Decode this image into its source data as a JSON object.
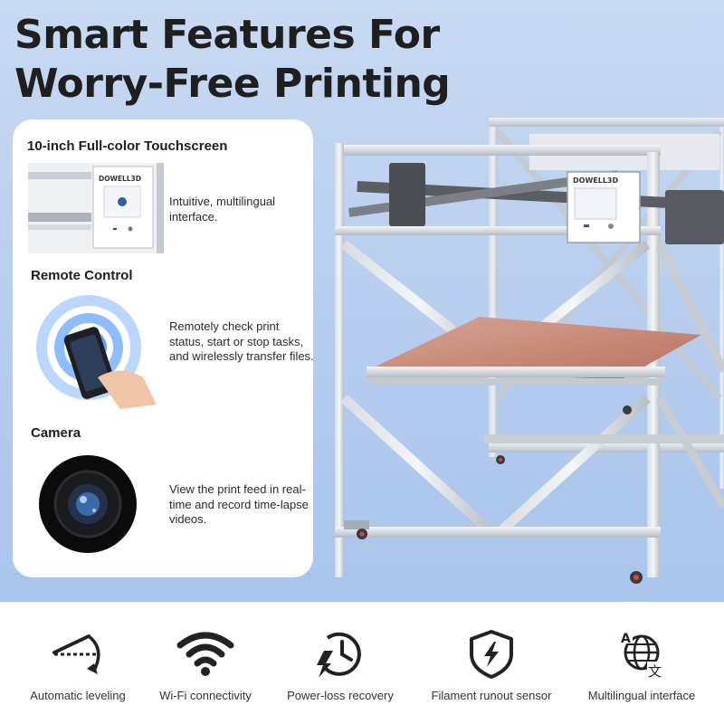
{
  "headline": {
    "line1": "Smart Features For",
    "line2": "Worry-Free Printing"
  },
  "printer": {
    "brand": "DOWELL3D"
  },
  "features": [
    {
      "title": "10-inch Full-color Touchscreen",
      "description": "Intuitive, multilingual interface.",
      "screen_brand": "DOWELL3D"
    },
    {
      "title": "Remote Control",
      "description": "Remotely check print status, start or stop tasks, and wirelessly transfer files."
    },
    {
      "title": "Camera",
      "description": "View the print feed in real-time and record time-lapse videos."
    }
  ],
  "bottom_features": [
    {
      "label": "Automatic leveling",
      "icon": "auto-leveling-icon"
    },
    {
      "label": "Wi-Fi connectivity",
      "icon": "wifi-icon"
    },
    {
      "label": "Power-loss recovery",
      "icon": "power-loss-recovery-icon"
    },
    {
      "label": "Filament runout sensor",
      "icon": "filament-sensor-icon"
    },
    {
      "label": "Multilingual interface",
      "icon": "multilingual-icon"
    }
  ],
  "colors": {
    "background_top": "#c8daf2",
    "background_bottom": "#a9c4ec",
    "card": "#ffffff",
    "text": "#1f1f1f",
    "print_bed": "#c98b7a"
  }
}
